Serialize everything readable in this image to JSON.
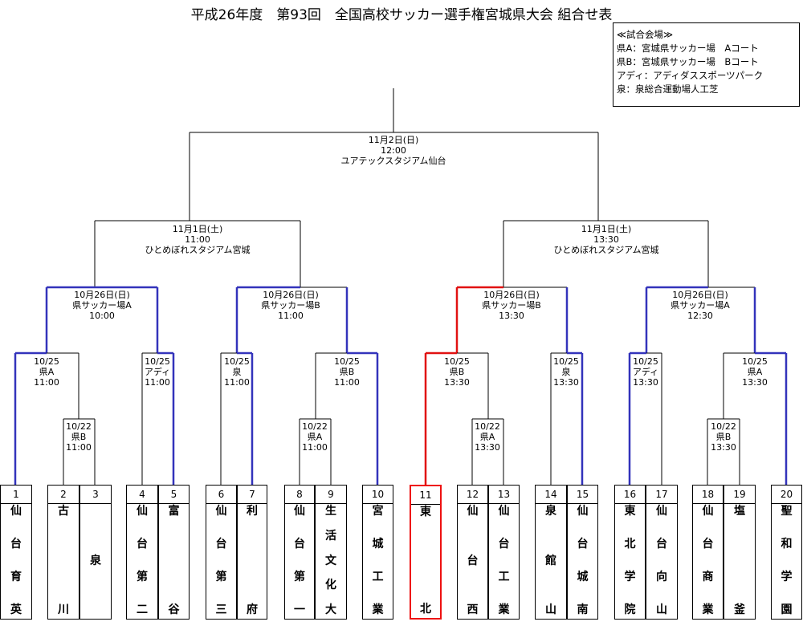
{
  "title": "平成26年度　第93回　全国高校サッカー選手権宮城県大会 組合せ表",
  "venues": {
    "header": "≪試合会場≫",
    "items": [
      "県A：宮城県サッカー場　Aコート",
      "県B：宮城県サッカー場　Bコート",
      "アディ：アディダススポーツパーク",
      "泉：泉総合運動場人工芝"
    ]
  },
  "colors": {
    "advanced": "#3333bb",
    "champion": "#e11111",
    "line": "#000000"
  },
  "matches": {
    "final": {
      "date": "11月2日(日)",
      "time": "12:00",
      "venue": "ユアテックスタジアム仙台"
    },
    "sf1": {
      "date": "11月1日(土)",
      "time": "11:00",
      "venue": "ひとめぼれスタジアム宮城"
    },
    "sf2": {
      "date": "11月1日(土)",
      "time": "13:30",
      "venue": "ひとめぼれスタジアム宮城"
    },
    "qf1": {
      "date": "10月26日(日)",
      "venue": "県サッカー場A",
      "time": "10:00"
    },
    "qf2": {
      "date": "10月26日(日)",
      "venue": "県サッカー場B",
      "time": "11:00"
    },
    "qf3": {
      "date": "10月26日(日)",
      "venue": "県サッカー場B",
      "time": "13:30"
    },
    "qf4": {
      "date": "10月26日(日)",
      "venue": "県サッカー場A",
      "time": "12:30"
    },
    "r2_1": {
      "date": "10/25",
      "venue": "県A",
      "time": "11:00"
    },
    "r2_2": {
      "date": "10/25",
      "venue": "アディ",
      "time": "11:00"
    },
    "r2_3": {
      "date": "10/25",
      "venue": "泉",
      "time": "11:00"
    },
    "r2_4": {
      "date": "10/25",
      "venue": "県B",
      "time": "11:00"
    },
    "r2_5": {
      "date": "10/25",
      "venue": "県B",
      "time": "13:30"
    },
    "r2_6": {
      "date": "10/25",
      "venue": "泉",
      "time": "13:30"
    },
    "r2_7": {
      "date": "10/25",
      "venue": "アディ",
      "time": "13:30"
    },
    "r2_8": {
      "date": "10/25",
      "venue": "県A",
      "time": "13:30"
    },
    "r1_1": {
      "date": "10/22",
      "venue": "県B",
      "time": "11:00"
    },
    "r1_2": {
      "date": "10/22",
      "venue": "県A",
      "time": "11:00"
    },
    "r1_3": {
      "date": "10/22",
      "venue": "県A",
      "time": "13:30"
    },
    "r1_4": {
      "date": "10/22",
      "venue": "県B",
      "time": "13:30"
    }
  },
  "teams": [
    {
      "num": "1",
      "name": [
        "仙",
        "台",
        "育",
        "英"
      ]
    },
    {
      "num": "2",
      "name": [
        "古",
        "",
        "",
        "川"
      ]
    },
    {
      "num": "3",
      "name": [
        "",
        "泉",
        ""
      ]
    },
    {
      "num": "4",
      "name": [
        "仙",
        "台",
        "第",
        "二"
      ]
    },
    {
      "num": "5",
      "name": [
        "富",
        "",
        "",
        "谷"
      ]
    },
    {
      "num": "6",
      "name": [
        "仙",
        "台",
        "第",
        "三"
      ]
    },
    {
      "num": "7",
      "name": [
        "利",
        "",
        "",
        "府"
      ]
    },
    {
      "num": "8",
      "name": [
        "仙",
        "台",
        "第",
        "一"
      ]
    },
    {
      "num": "9",
      "name": [
        "生",
        "活",
        "文",
        "化",
        "大"
      ]
    },
    {
      "num": "10",
      "name": [
        "宮",
        "城",
        "工",
        "業"
      ]
    },
    {
      "num": "11",
      "name": [
        "東",
        "",
        "",
        "北"
      ]
    },
    {
      "num": "12",
      "name": [
        "仙",
        "台",
        "西"
      ]
    },
    {
      "num": "13",
      "name": [
        "仙",
        "台",
        "工",
        "業"
      ]
    },
    {
      "num": "14",
      "name": [
        "泉",
        "館",
        "山"
      ]
    },
    {
      "num": "15",
      "name": [
        "仙",
        "台",
        "城",
        "南"
      ]
    },
    {
      "num": "16",
      "name": [
        "東",
        "北",
        "学",
        "院"
      ]
    },
    {
      "num": "17",
      "name": [
        "仙",
        "台",
        "向",
        "山"
      ]
    },
    {
      "num": "18",
      "name": [
        "仙",
        "台",
        "商",
        "業"
      ]
    },
    {
      "num": "19",
      "name": [
        "塩",
        "",
        "",
        "釜"
      ]
    },
    {
      "num": "20",
      "name": [
        "聖",
        "和",
        "学",
        "園"
      ]
    }
  ]
}
